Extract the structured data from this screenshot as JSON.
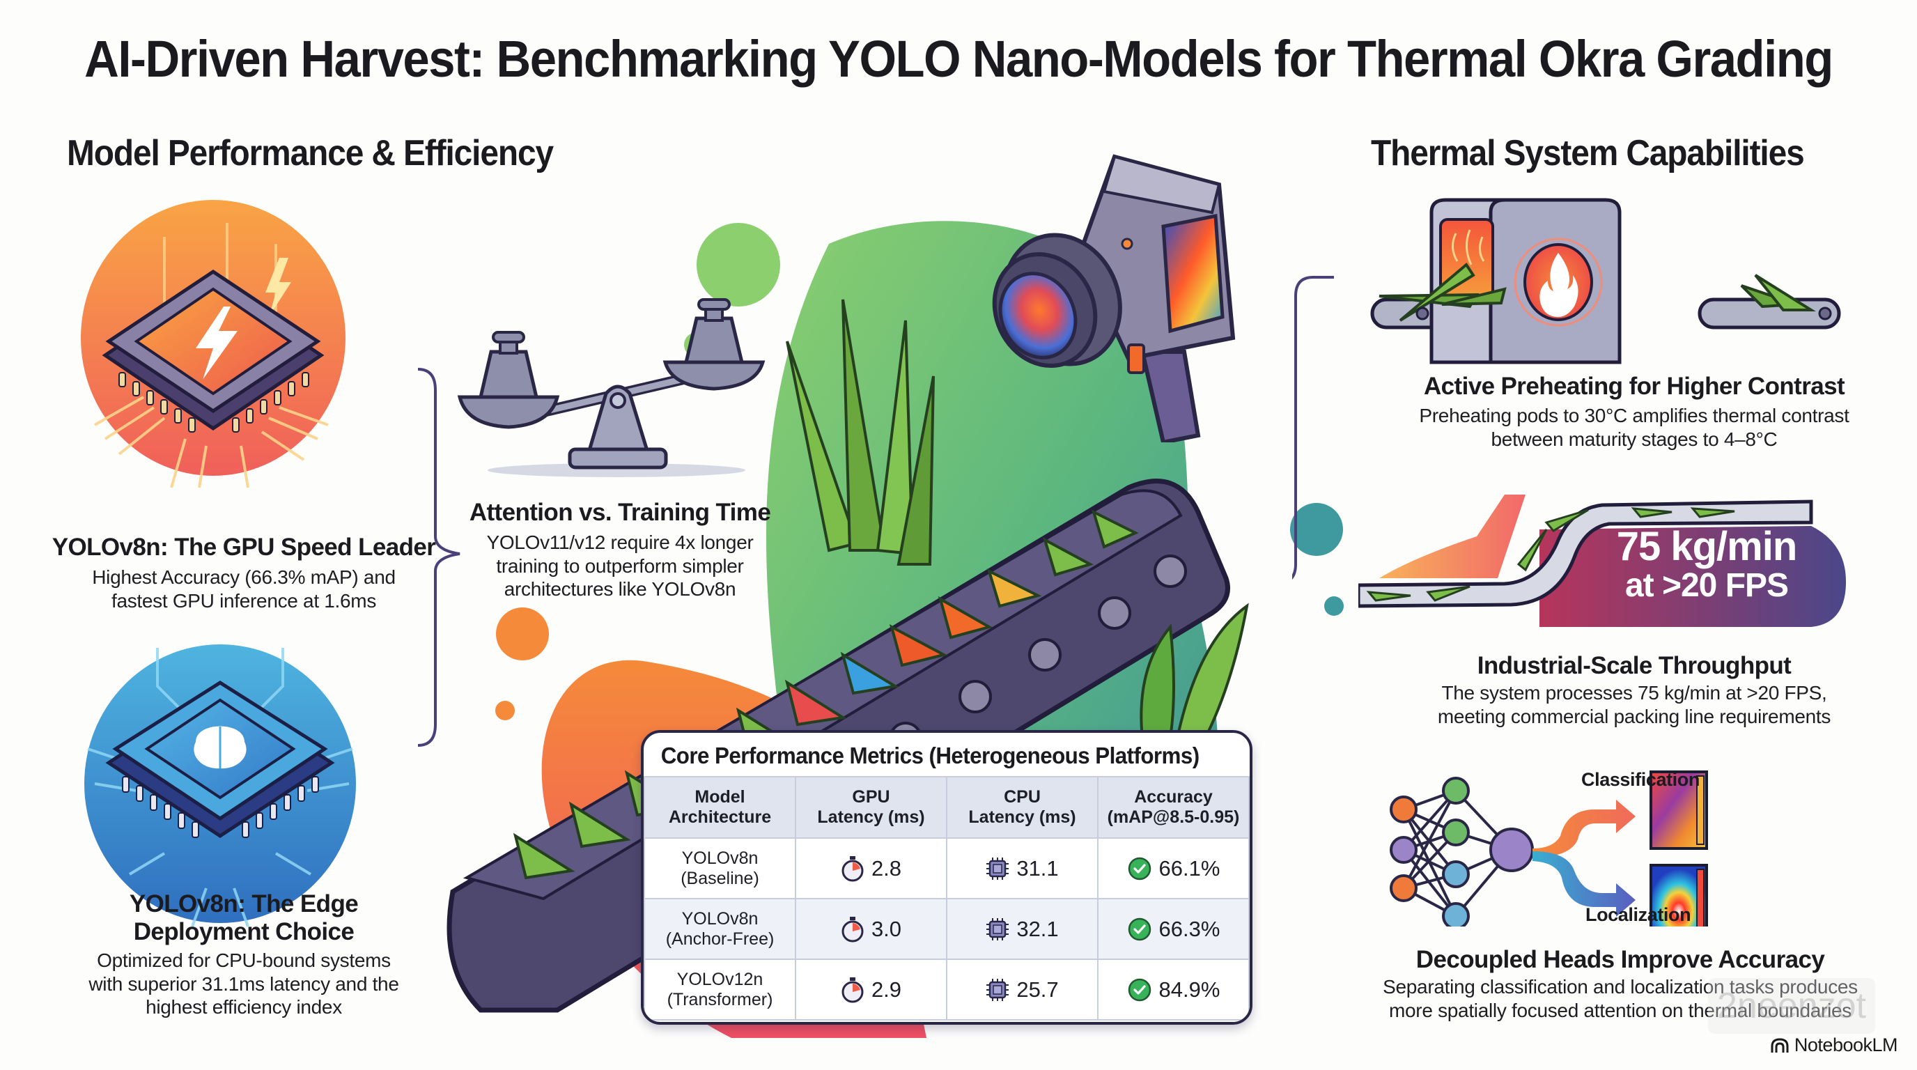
{
  "title": "AI-Driven Harvest: Benchmarking YOLO Nano-Models for Thermal Okra Grading",
  "left_section": {
    "heading": "Model Performance & Efficiency",
    "gpu_leader": {
      "icon": "lightning-chip-icon",
      "title": "YOLOv8n: The GPU Speed Leader",
      "body_lines": [
        "Highest Accuracy (66.3% mAP) and",
        "fastest GPU inference at 1.6ms"
      ]
    },
    "edge_choice": {
      "icon": "brain-chip-icon",
      "title_lines": [
        "YOLOv8n: The Edge",
        "Deployment Choice"
      ],
      "body_lines": [
        "Optimized for CPU-bound systems",
        "with superior 31.1ms latency and the",
        "highest efficiency index"
      ]
    }
  },
  "center_section": {
    "attention": {
      "icon": "balance-scale-icon",
      "title": "Attention vs. Training Time",
      "body_lines": [
        "YOLOv11/v12 require 4x longer",
        "training to outperform simpler",
        "architectures like YOLOv8n"
      ]
    },
    "illustration": {
      "camera_icon": "thermal-camera-icon",
      "conveyor_icon": "conveyor-belt-icon",
      "okra_icon": "okra-pod-icon"
    },
    "metrics_table": {
      "title": "Core Performance Metrics (Heterogeneous Platforms)",
      "headers": [
        [
          "Model",
          "Architecture"
        ],
        [
          "GPU",
          "Latency (ms)"
        ],
        [
          "CPU",
          "Latency (ms)"
        ],
        [
          "Accuracy",
          "(mAP@8.5-0.95)"
        ]
      ],
      "rows": [
        {
          "model": [
            "YOLOv8n",
            "(Baseline)"
          ],
          "gpu": "2.8",
          "cpu": "31.1",
          "acc": "66.1%"
        },
        {
          "model": [
            "YOLOv8n",
            "(Anchor-Free)"
          ],
          "gpu": "3.0",
          "cpu": "32.1",
          "acc": "66.3%"
        },
        {
          "model": [
            "YOLOv12n",
            "(Transformer)"
          ],
          "gpu": "2.9",
          "cpu": "25.7",
          "acc": "84.9%"
        }
      ],
      "icons": {
        "gpu": "stopwatch-icon",
        "cpu": "cpu-chip-icon",
        "acc": "check-circle-icon"
      }
    }
  },
  "right_section": {
    "heading": "Thermal System Capabilities",
    "preheating": {
      "icon": "preheating-oven-icon",
      "title": "Active Preheating for Higher Contrast",
      "body_lines": [
        "Preheating pods to 30°C amplifies thermal contrast",
        "between maturity stages to 4–8°C"
      ]
    },
    "throughput": {
      "badge_line1": "75 kg/min",
      "badge_line2": "at >20 FPS",
      "title": "Industrial-Scale Throughput",
      "body_lines": [
        "The system processes 75 kg/min at >20 FPS,",
        "meeting commercial packing line requirements"
      ]
    },
    "decoupled": {
      "label_top": "Classification",
      "label_bottom": "Localization",
      "title": "Decoupled Heads Improve Accuracy",
      "body_lines": [
        "Separating classification and localization tasks produces",
        "more spatially focused attention on thermal boundaries"
      ]
    }
  },
  "footer": {
    "brand": "NotebookLM",
    "watermark": "2neenzot"
  },
  "colors": {
    "ink": "#1b1b1f",
    "outline": "#2a2746",
    "orange": "#f58a3a",
    "coral": "#ef5d55",
    "blue": "#3c8fd4",
    "green": "#6dbb67",
    "purple": "#5a4f8e",
    "check_green": "#38b35a"
  }
}
